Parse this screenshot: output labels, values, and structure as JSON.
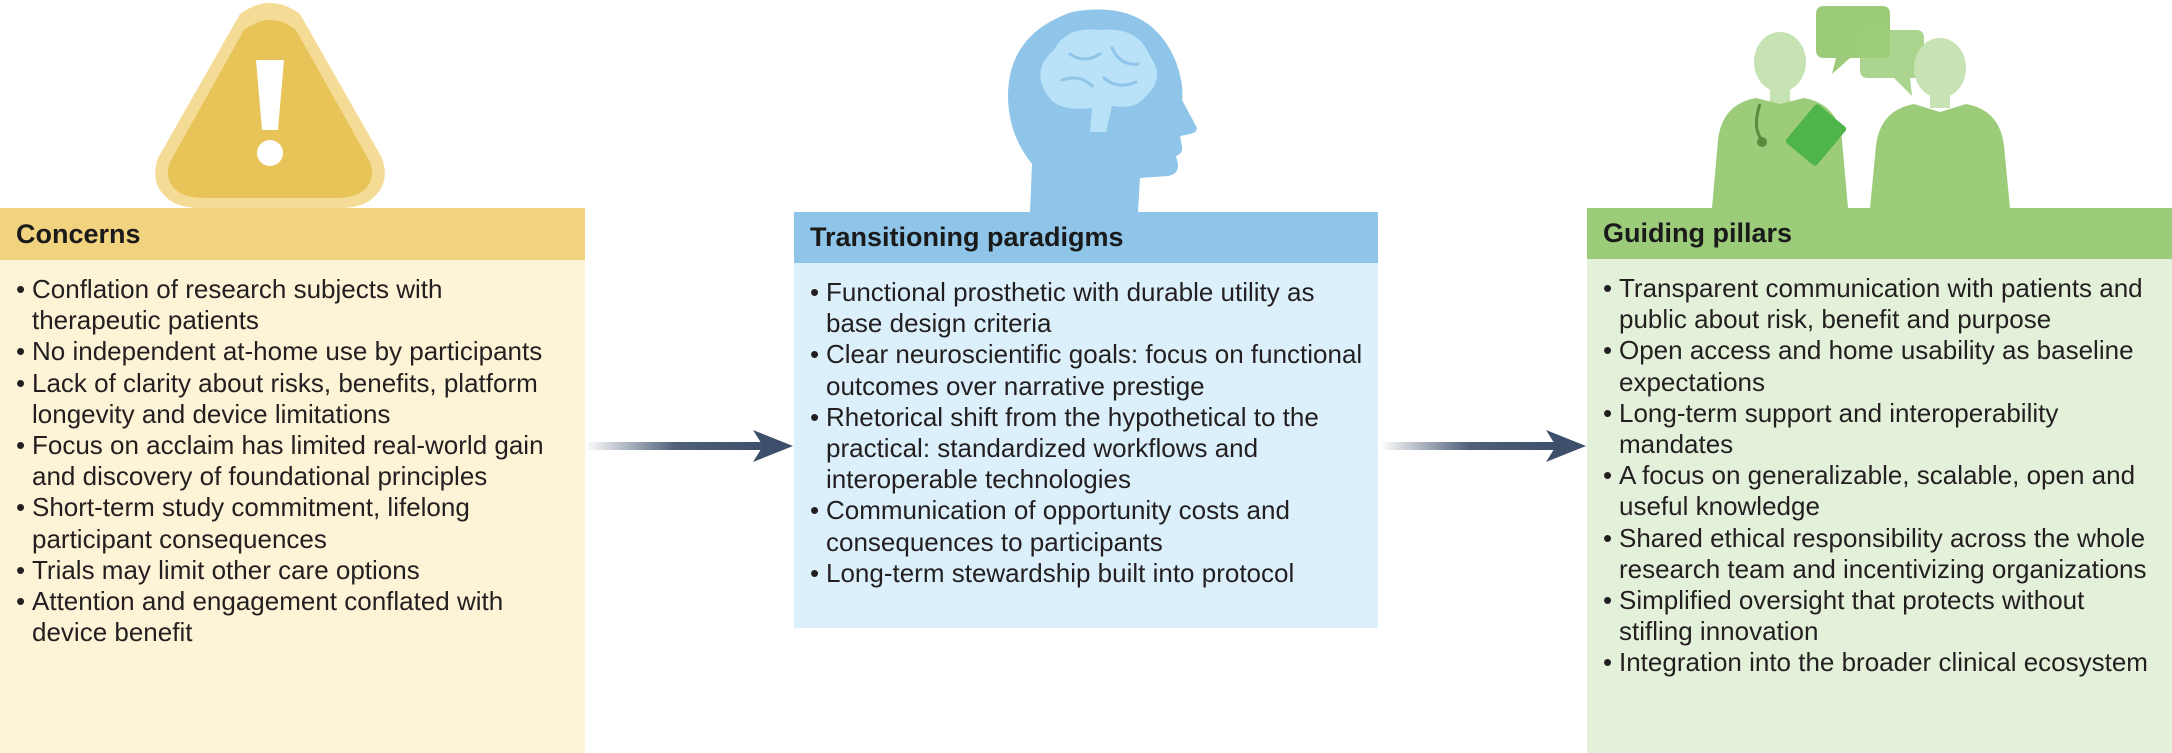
{
  "colors": {
    "concerns_header": "#f1d27e",
    "concerns_body": "#fdf3d6",
    "transition_header": "#8ec5e8",
    "transition_body": "#dcf0fb",
    "pillars_header": "#9ccc7a",
    "pillars_body": "#e4f1da",
    "arrow": "#3d4f6b"
  },
  "icons": {
    "concerns": "warning-triangle-icon",
    "transition": "head-brain-icon",
    "pillars": "clinician-patient-dialogue-icon"
  },
  "concerns": {
    "title": "Concerns",
    "items": [
      "Conflation of research subjects with therapeutic patients",
      "No independent at-home use by participants",
      "Lack of clarity about risks, benefits, platform longevity and device limitations",
      "Focus on acclaim has limited real-world gain and discovery of foundational principles",
      "Short-term study commitment, lifelong participant consequences",
      "Trials may limit other care options",
      "Attention and engagement conflated with device benefit"
    ]
  },
  "transition": {
    "title": "Transitioning paradigms",
    "items": [
      "Functional prosthetic with durable utility as base design criteria",
      "Clear neuroscientific goals: focus on functional outcomes over narrative prestige",
      "Rhetorical shift from the hypothetical to the practical: standardized workflows and interoperable technologies",
      "Communication of opportunity costs and consequences to participants",
      "Long-term stewardship built into protocol"
    ]
  },
  "pillars": {
    "title": "Guiding pillars",
    "items": [
      "Transparent communication with patients and public about risk, benefit and purpose",
      "Open access and home usability as baseline expectations",
      "Long-term support and interoperability mandates",
      "A focus on generalizable, scalable, open and useful knowledge",
      "Shared ethical responsibility across the whole research team and incentivizing organizations",
      "Simplified oversight that protects without stifling innovation",
      "Integration into the broader clinical ecosystem"
    ]
  }
}
